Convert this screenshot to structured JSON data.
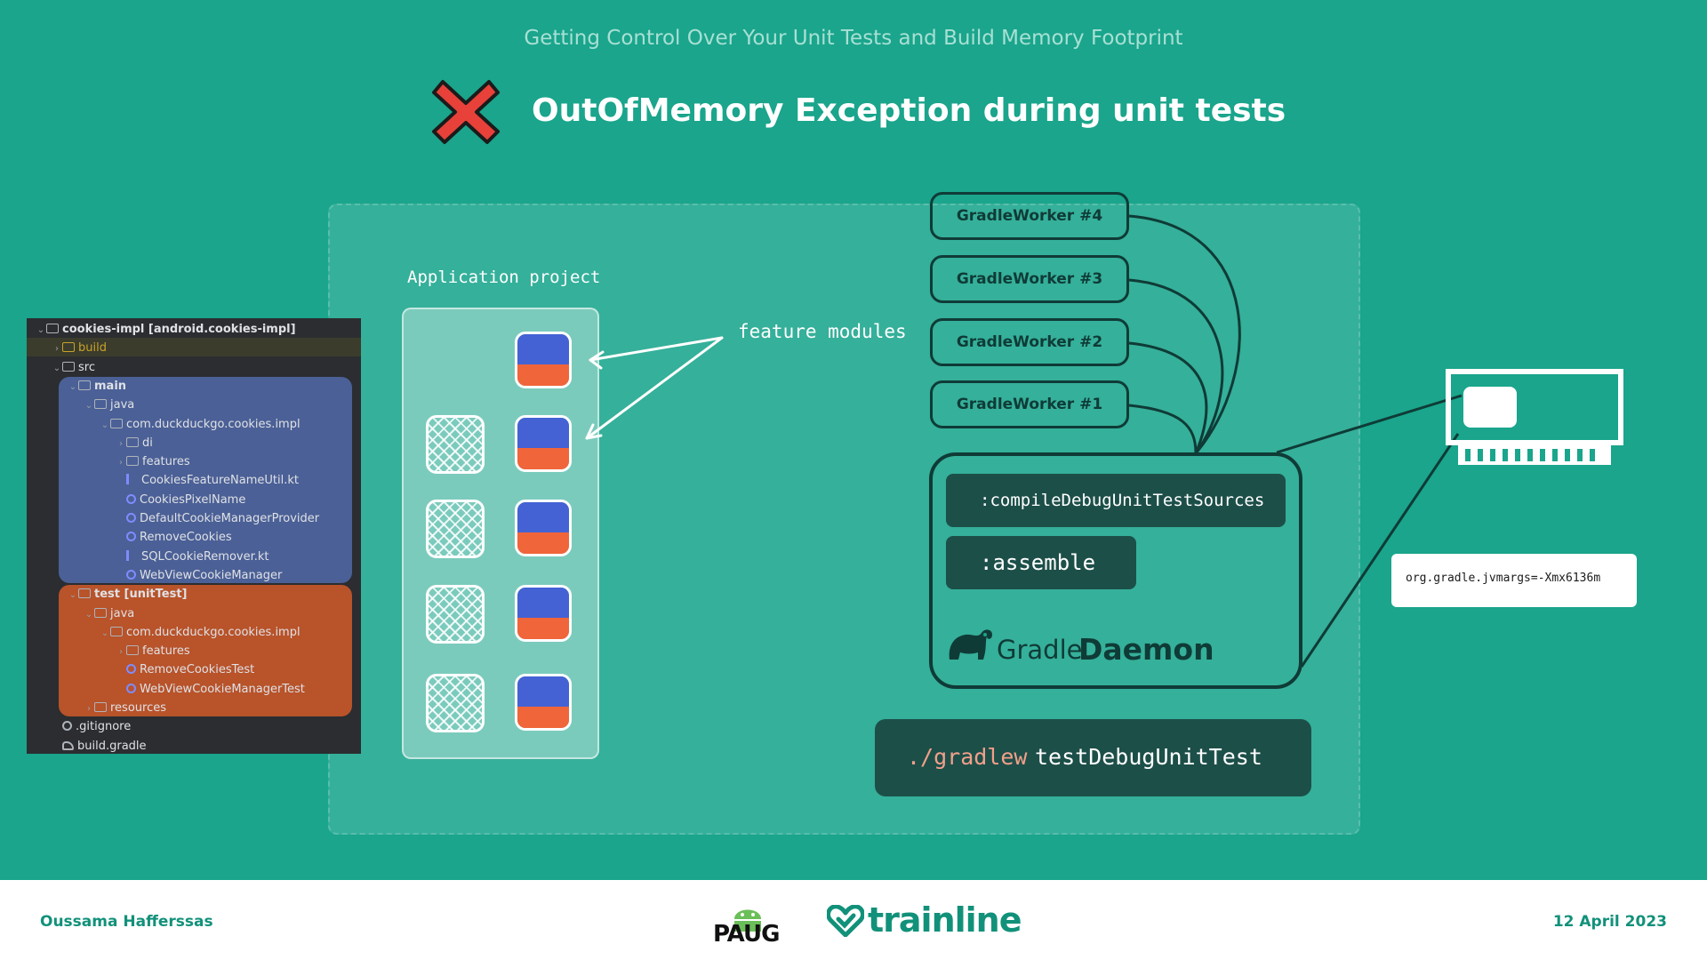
{
  "header": {
    "subtitle": "Getting Control Over Your Unit Tests and Build Memory Footprint",
    "title": "OutOfMemory Exception during unit tests"
  },
  "tree": {
    "items": [
      {
        "label": "cookies-impl [android.cookies-impl]",
        "depth": 0,
        "chevron": "down",
        "kind": "module"
      },
      {
        "label": "build",
        "depth": 1,
        "chevron": "right",
        "kind": "folder",
        "color": "#c9a227"
      },
      {
        "label": "src",
        "depth": 1,
        "chevron": "down",
        "kind": "folder"
      },
      {
        "label": "main",
        "depth": 2,
        "chevron": "down",
        "kind": "folder"
      },
      {
        "label": "java",
        "depth": 3,
        "chevron": "down",
        "kind": "folder"
      },
      {
        "label": "com.duckduckgo.cookies.impl",
        "depth": 4,
        "chevron": "down",
        "kind": "package"
      },
      {
        "label": "di",
        "depth": 5,
        "chevron": "right",
        "kind": "package"
      },
      {
        "label": "features",
        "depth": 5,
        "chevron": "right",
        "kind": "package"
      },
      {
        "label": "CookiesFeatureNameUtil.kt",
        "depth": 5,
        "chevron": "",
        "kind": "kt"
      },
      {
        "label": "CookiesPixelName",
        "depth": 5,
        "chevron": "",
        "kind": "class"
      },
      {
        "label": "DefaultCookieManagerProvider",
        "depth": 5,
        "chevron": "",
        "kind": "class"
      },
      {
        "label": "RemoveCookies",
        "depth": 5,
        "chevron": "",
        "kind": "class"
      },
      {
        "label": "SQLCookieRemover.kt",
        "depth": 5,
        "chevron": "",
        "kind": "kt"
      },
      {
        "label": "WebViewCookieManager",
        "depth": 5,
        "chevron": "",
        "kind": "class"
      },
      {
        "label": "test [unitTest]",
        "depth": 2,
        "chevron": "down",
        "kind": "folder"
      },
      {
        "label": "java",
        "depth": 3,
        "chevron": "down",
        "kind": "folder"
      },
      {
        "label": "com.duckduckgo.cookies.impl",
        "depth": 4,
        "chevron": "down",
        "kind": "package"
      },
      {
        "label": "features",
        "depth": 5,
        "chevron": "right",
        "kind": "package"
      },
      {
        "label": "RemoveCookiesTest",
        "depth": 5,
        "chevron": "",
        "kind": "class"
      },
      {
        "label": "WebViewCookieManagerTest",
        "depth": 5,
        "chevron": "",
        "kind": "class"
      },
      {
        "label": "resources",
        "depth": 3,
        "chevron": "right",
        "kind": "folder"
      },
      {
        "label": ".gitignore",
        "depth": 1,
        "chevron": "",
        "kind": "ignore"
      },
      {
        "label": "build.gradle",
        "depth": 1,
        "chevron": "",
        "kind": "gradle"
      }
    ]
  },
  "diagram": {
    "app_project_label": "Application project",
    "feature_modules_label": "feature modules",
    "workers": [
      "GradleWorker #4",
      "GradleWorker #3",
      "GradleWorker #2",
      "GradleWorker #1"
    ],
    "tasks": [
      ":compileDebugUnitTestSources",
      ":assemble"
    ],
    "daemon_gradle": "Gradle",
    "daemon_word": "Daemon",
    "command_prefix": "./gradlew",
    "command_task": "testDebugUnitTest",
    "jvm_args": "org.gradle.jvmargs=-Xmx6136m"
  },
  "footer": {
    "author": "Oussama Hafferssas",
    "paug": "PAUG",
    "sponsor": "trainline",
    "date": "12 April 2023"
  },
  "colors": {
    "background": "#1aa58c",
    "dark_teal": "#0f3b37",
    "module_blue": "#4462d4",
    "module_orange": "#f0653a",
    "brand_green": "#12917a"
  },
  "icons": [
    "red-x-icon",
    "gradle-elephant-icon",
    "ram-chip-icon",
    "paug-android-icon",
    "trainline-heart-icon"
  ]
}
